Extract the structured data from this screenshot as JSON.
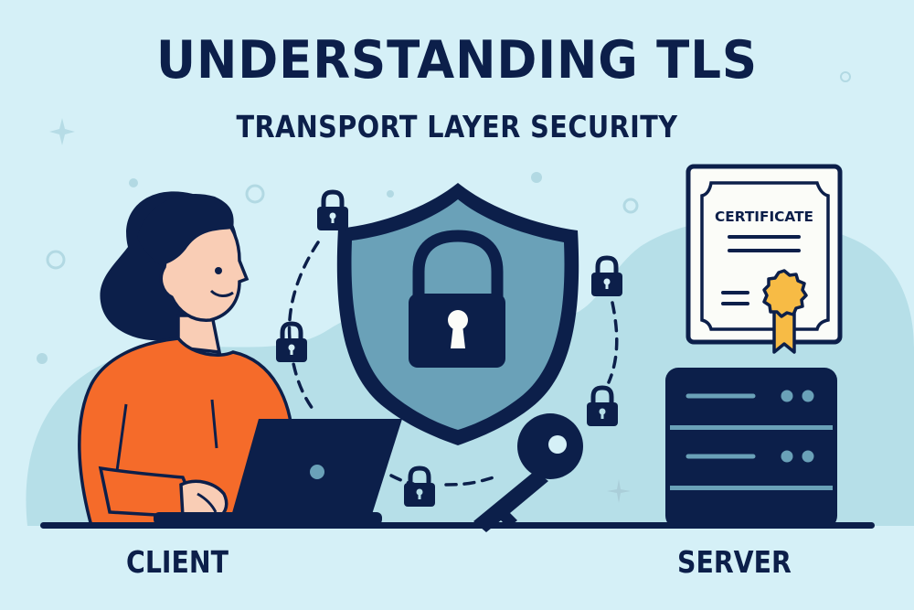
{
  "header": {
    "title": "UNDERSTANDING TLS",
    "subtitle": "TRANSPORT LAYER SECURITY"
  },
  "illustration": {
    "certificate": {
      "heading": "CERTIFICATE"
    },
    "client_label": "CLIENT",
    "server_label": "SERVER",
    "icons": [
      "person-icon",
      "laptop-icon",
      "shield-icon",
      "padlock-icon",
      "key-icon",
      "certificate-icon",
      "ribbon-seal-icon",
      "server-icon",
      "sparkle-icon"
    ]
  },
  "colors": {
    "background": "#d5f0f7",
    "blob": "#b6dfe8",
    "navy": "#0c1f4a",
    "steel_blue": "#6aa1b8",
    "orange": "#f56b2a",
    "skin": "#f9cdb5",
    "gold": "#f7bb45",
    "paper": "#fbfcf8"
  }
}
